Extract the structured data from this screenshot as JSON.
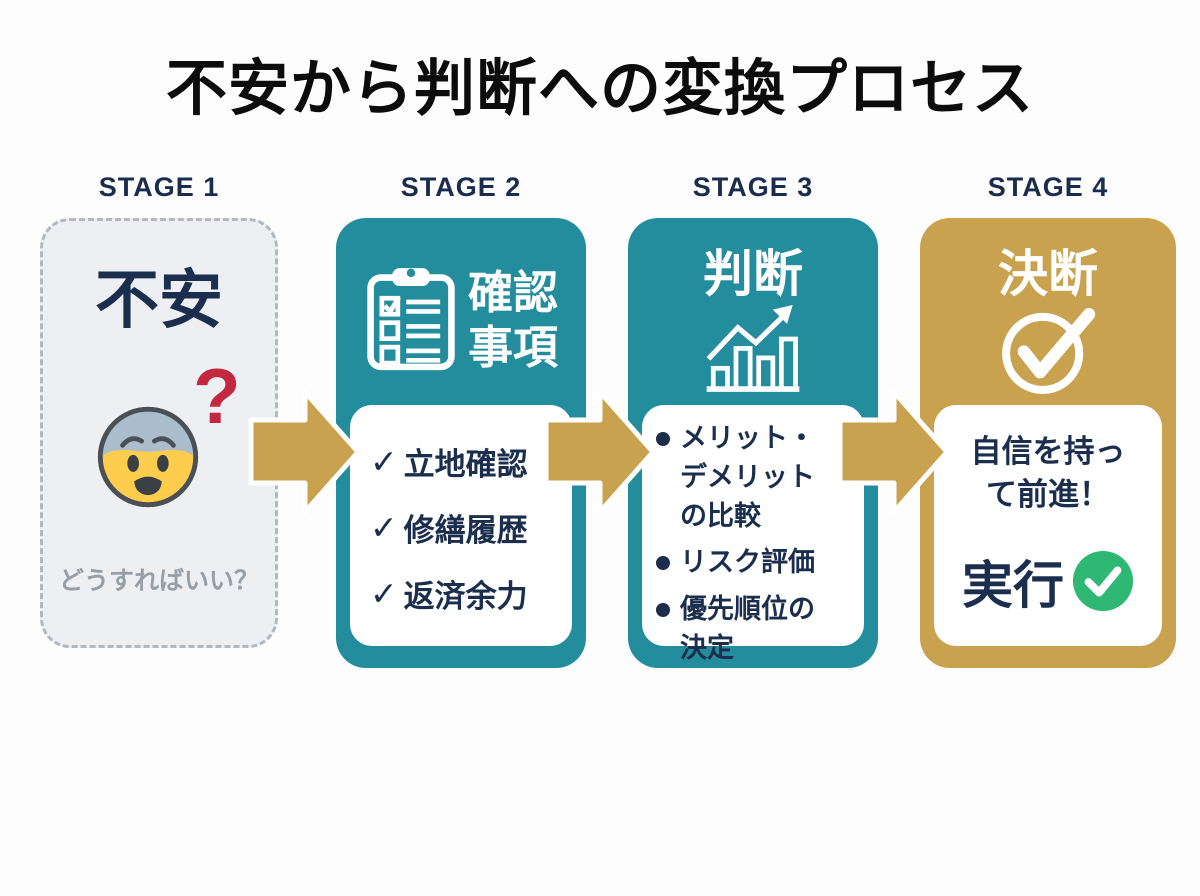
{
  "title": "不安から判断への変換プロセス",
  "colors": {
    "teal": "#238d9d",
    "gold": "#c8a24e",
    "navy_text": "#1b2e4e",
    "red_question": "#c22940",
    "green_check": "#2eb873",
    "gray_card_bg": "#edeff2",
    "gray_caption": "#989ea6"
  },
  "stages": [
    {
      "label": "STAGE 1",
      "heading": "不安",
      "question_mark": "?",
      "icon": "fearful-face-emoji",
      "caption": "どうすればいい？"
    },
    {
      "label": "STAGE 2",
      "heading_line1": "確認",
      "heading_line2": "事項",
      "icon": "clipboard-checklist",
      "check_glyph": "✓",
      "checklist": [
        "立地確認",
        "修繕履歴",
        "返済余力"
      ]
    },
    {
      "label": "STAGE 3",
      "heading": "判断",
      "icon": "rising-bar-chart",
      "bullets": [
        "メリット・デメリットの比較",
        "リスク評価",
        "優先順位の決定"
      ]
    },
    {
      "label": "STAGE 4",
      "heading": "決断",
      "icon": "circle-check",
      "message": "自信を持って前進！",
      "action": "実行",
      "action_icon": "green-check"
    }
  ]
}
